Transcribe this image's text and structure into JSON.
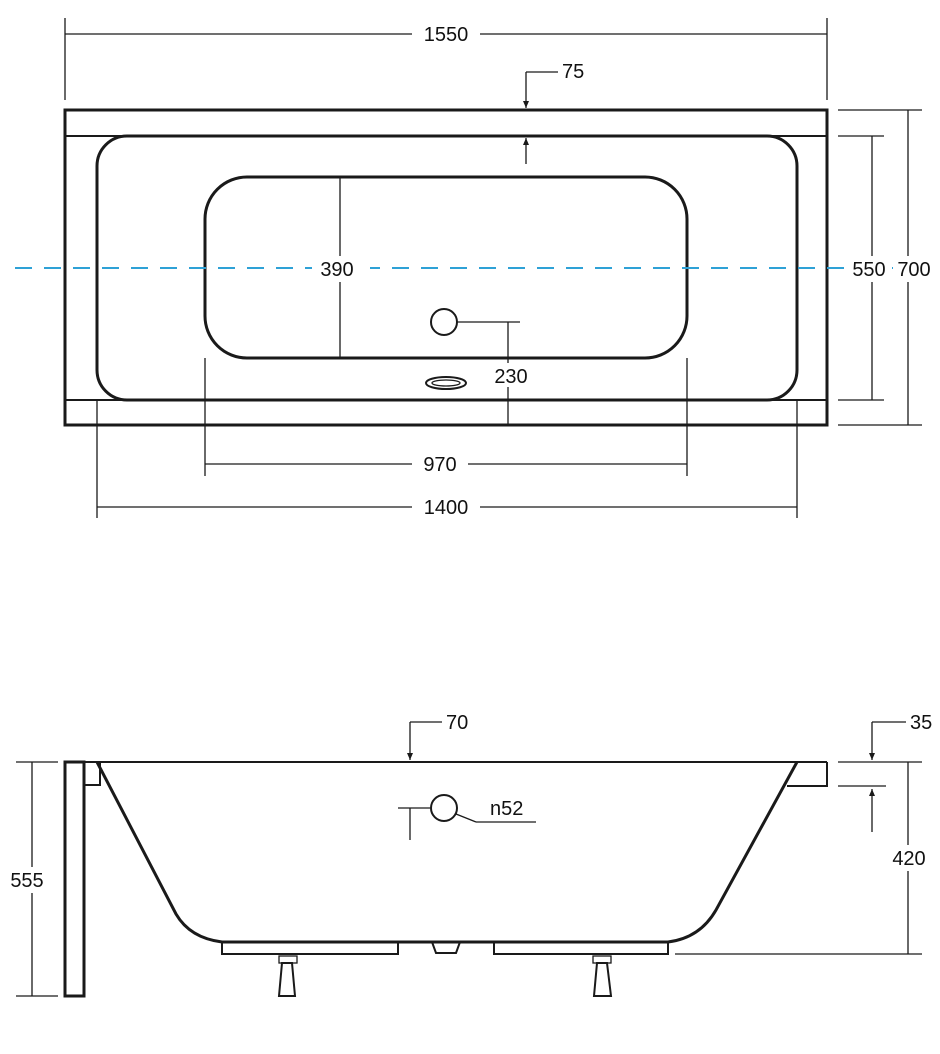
{
  "top_view": {
    "labels": {
      "overall_length": "1550",
      "rim_width": "75",
      "basin_width": "390",
      "inner_width": "550",
      "overall_width": "700",
      "drain_offset": "230",
      "basin_length": "970",
      "inner_length": "1400"
    },
    "colors": {
      "axis": "#2ea1d6",
      "lines": "#1a1a1a"
    }
  },
  "side_view": {
    "labels": {
      "rim_thickness": "70",
      "ledge_thickness": "35",
      "total_height": "555",
      "depth": "420",
      "overflow_diameter": "n52"
    }
  }
}
